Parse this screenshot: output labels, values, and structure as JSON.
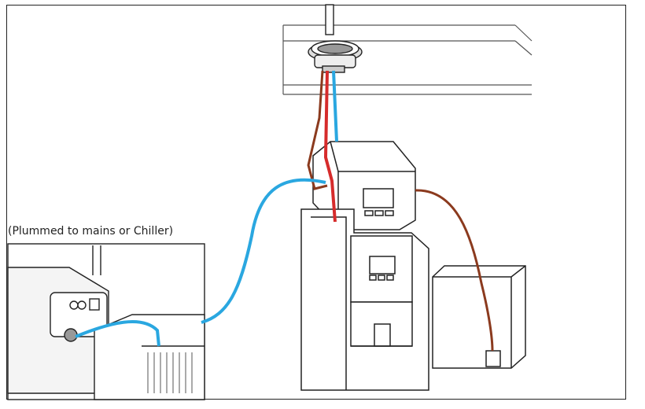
{
  "diagram": {
    "caption": "(Plummed to mains or Chiller)",
    "colors": {
      "blue_tube": "#2aa7e0",
      "red_tube": "#d62b2b",
      "brown_tube": "#8b3a1e",
      "outline": "#222222",
      "screen": "#ffffff"
    },
    "components": [
      "ceiling-ring",
      "dispenser-top-unit",
      "dispenser-tower",
      "waste-container",
      "chiller-unit"
    ]
  }
}
